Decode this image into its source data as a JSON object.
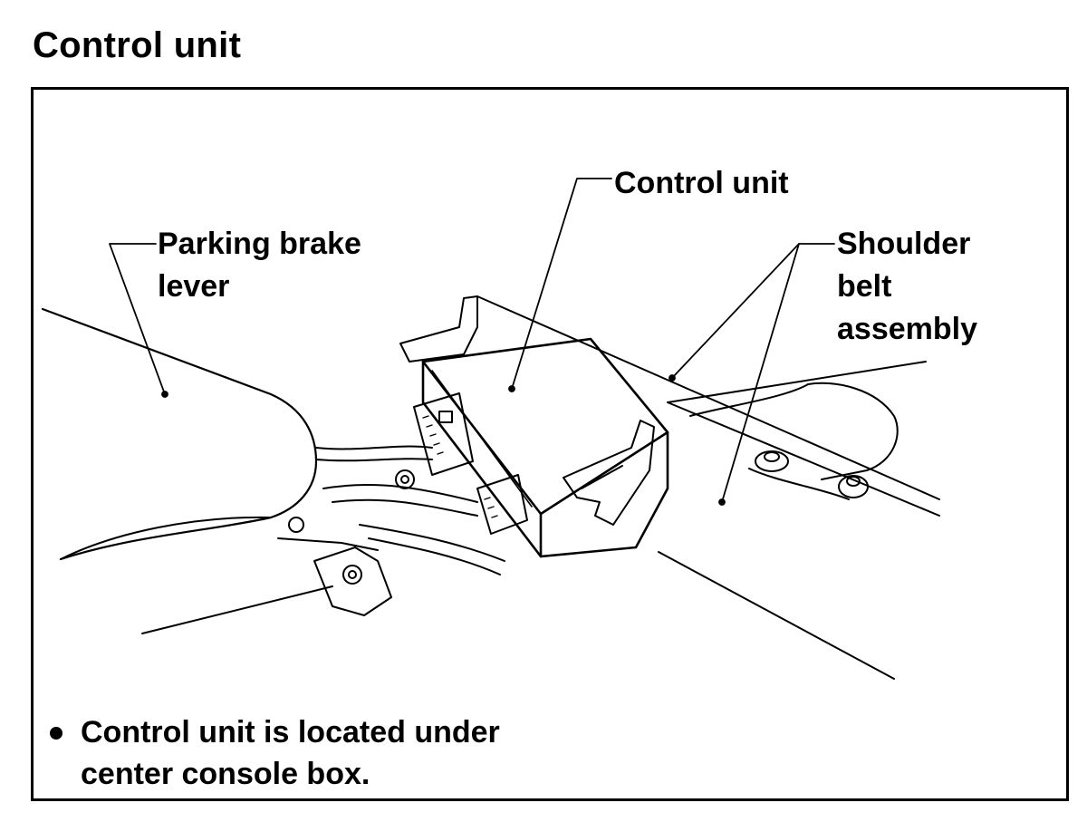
{
  "title": "Control unit",
  "labels": {
    "control_unit": "Control unit",
    "parking_brake": [
      "Parking brake",
      "lever"
    ],
    "shoulder_belt": [
      "Shoulder",
      "belt",
      "assembly"
    ]
  },
  "note": {
    "bullet_icon": "bullet-dot",
    "lines": [
      "Control unit is located under",
      "center console box."
    ]
  },
  "colors": {
    "ink": "#000000",
    "paper": "#ffffff"
  }
}
